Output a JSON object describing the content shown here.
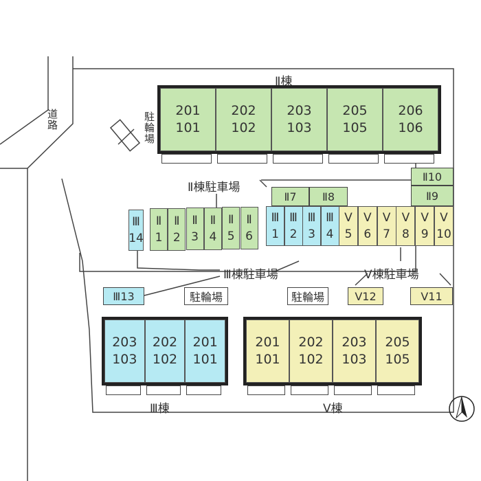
{
  "colors": {
    "II": "#c6e6b1",
    "III": "#b6eaf3",
    "V": "#f3f0b8"
  },
  "road_label": "道路",
  "bike_parking_vertical": "駐輪場",
  "building_II": {
    "label": "Ⅱ棟",
    "units": [
      [
        "201",
        "101"
      ],
      [
        "202",
        "102"
      ],
      [
        "203",
        "103"
      ],
      [
        "205",
        "105"
      ],
      [
        "206",
        "106"
      ]
    ]
  },
  "building_III": {
    "label": "Ⅲ棟",
    "units": [
      [
        "203",
        "103"
      ],
      [
        "202",
        "102"
      ],
      [
        "201",
        "101"
      ]
    ]
  },
  "building_V": {
    "label": "Ⅴ棟",
    "units": [
      [
        "201",
        "101"
      ],
      [
        "202",
        "102"
      ],
      [
        "203",
        "103"
      ],
      [
        "205",
        "105"
      ]
    ]
  },
  "parking_labels": {
    "II": "Ⅱ棟駐車場",
    "III": "Ⅲ棟駐車場",
    "V": "Ⅴ棟駐車場"
  },
  "parking": {
    "III14": [
      "Ⅲ",
      "14"
    ],
    "II_row": [
      [
        "Ⅱ",
        "1"
      ],
      [
        "Ⅱ",
        "2"
      ],
      [
        "Ⅱ",
        "3"
      ],
      [
        "Ⅱ",
        "4"
      ],
      [
        "Ⅱ",
        "5"
      ],
      [
        "Ⅱ",
        "6"
      ]
    ],
    "III_row": [
      [
        "Ⅲ",
        "1"
      ],
      [
        "Ⅲ",
        "2"
      ],
      [
        "Ⅲ",
        "3"
      ],
      [
        "Ⅲ",
        "4"
      ]
    ],
    "V_row": [
      [
        "Ⅴ",
        "5"
      ],
      [
        "Ⅴ",
        "6"
      ],
      [
        "Ⅴ",
        "7"
      ],
      [
        "Ⅴ",
        "8"
      ],
      [
        "Ⅴ",
        "9"
      ],
      [
        "Ⅴ",
        "10"
      ]
    ],
    "II7": "Ⅱ7",
    "II8": "Ⅱ8",
    "II9": "Ⅱ9",
    "II10": "Ⅱ10",
    "III13": "Ⅲ13",
    "V12": "Ⅴ12",
    "V11": "Ⅴ11"
  },
  "bike_parking": [
    "駐輪場",
    "駐輪場"
  ]
}
